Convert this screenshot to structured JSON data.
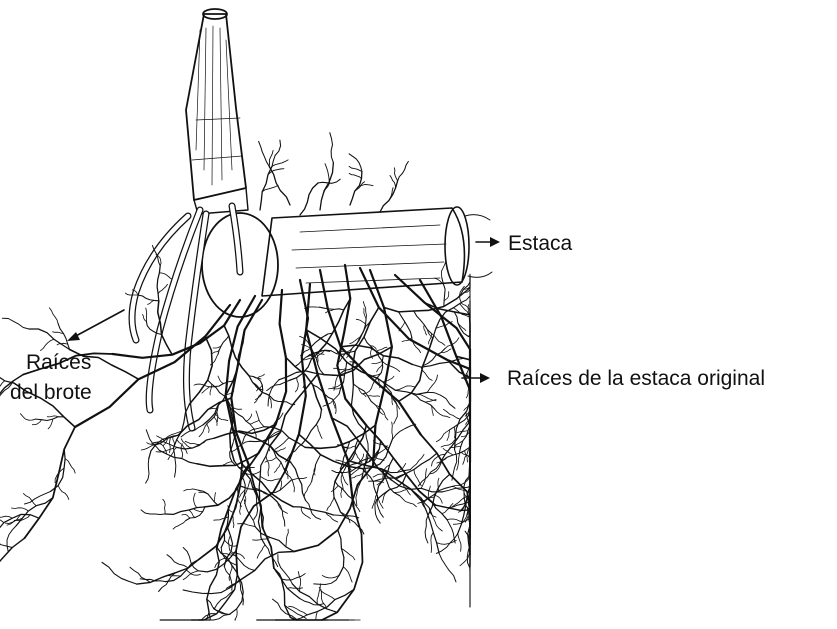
{
  "labels": {
    "estaca": "Estaca",
    "raices_estaca": "Raíces de la estaca original",
    "raices_brote_line1": "Raíces",
    "raices_brote_line2": "del brote"
  },
  "colors": {
    "ink": "#111111",
    "background": "#ffffff"
  }
}
